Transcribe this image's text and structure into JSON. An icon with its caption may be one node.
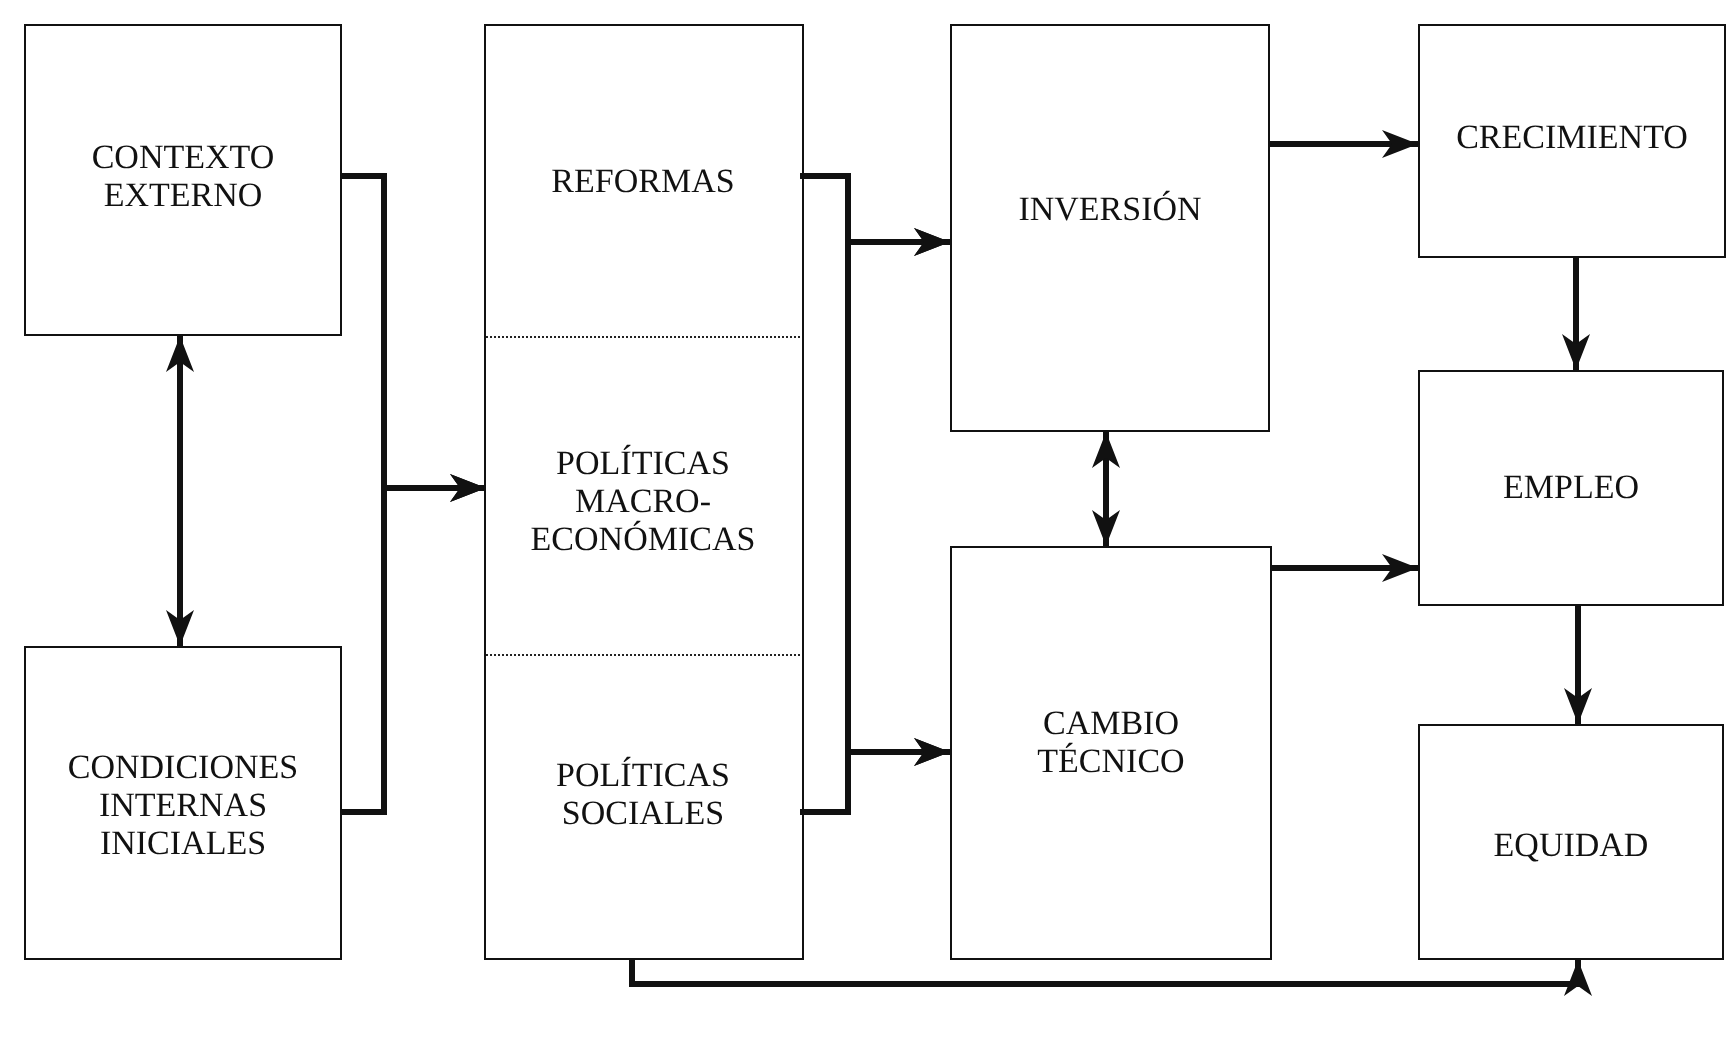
{
  "diagram": {
    "nodes": [
      {
        "text": [
          "CONTEXTO EXTERNO"
        ]
      },
      {
        "text": [
          "CONDICIONES INTERNAS INICIALES"
        ]
      },
      {
        "text": [],
        "shape": "box"
      },
      {
        "text": [
          "REFORMAS"
        ],
        "in": 2
      },
      {
        "text": [
          "POLÍTICAS MACRO-ECONÓMICAS"
        ],
        "in": 2
      },
      {
        "text": [
          "POLÍTICAS SOCIALES"
        ],
        "in": 2
      },
      {
        "text": [
          "INVERSIÓN"
        ]
      },
      {
        "text": [
          "CAMBIO TÉCNICO"
        ]
      },
      {
        "text": [
          "CRECIMIENTO"
        ]
      },
      {
        "text": [
          "EMPLEO"
        ]
      },
      {
        "text": [
          "EQUIDAD"
        ]
      }
    ],
    "edges": [
      {
        "from": 0,
        "to": 1,
        "arrow": "both"
      },
      {
        "from": 0,
        "to": 4,
        "arrow": "to"
      },
      {
        "from": 1,
        "to": 4,
        "arrow": "to"
      },
      {
        "from": 3,
        "to": 6,
        "arrow": "to"
      },
      {
        "from": 3,
        "to": 7,
        "arrow": "to"
      },
      {
        "from": 5,
        "to": 6,
        "arrow": "to"
      },
      {
        "from": 5,
        "to": 7,
        "arrow": "to"
      },
      {
        "from": 6,
        "to": 7,
        "arrow": "both"
      },
      {
        "from": 6,
        "to": 8,
        "arrow": "to"
      },
      {
        "from": 7,
        "to": 9,
        "arrow": "to"
      },
      {
        "from": 8,
        "to": 9,
        "arrow": "to"
      },
      {
        "from": 9,
        "to": 10,
        "arrow": "to"
      },
      {
        "from": 2,
        "to": 10,
        "arrow": "to"
      }
    ]
  }
}
